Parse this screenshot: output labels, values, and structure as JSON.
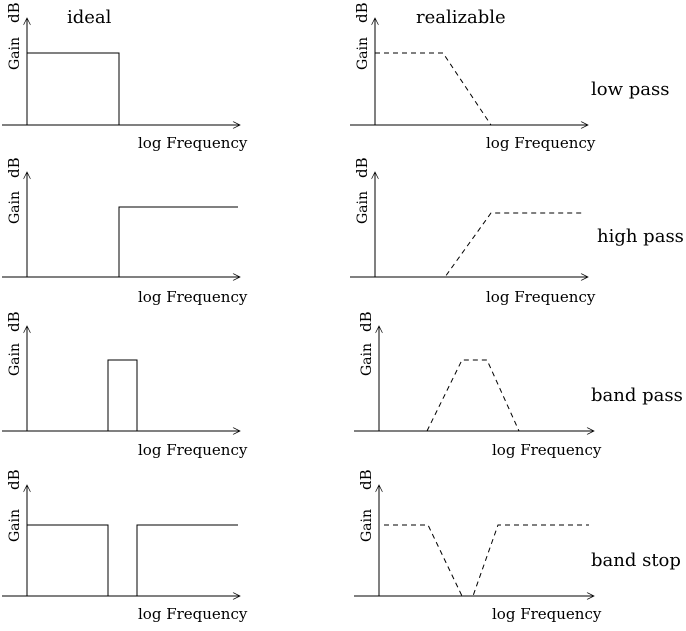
{
  "headers": {
    "ideal": "ideal",
    "realizable": "realizable"
  },
  "axis_labels": {
    "y_gain": "Gain",
    "y_db": "dB",
    "x": "log Frequency"
  },
  "filters": [
    {
      "label": "low pass"
    },
    {
      "label": "high pass"
    },
    {
      "label": "band pass"
    },
    {
      "label": "band stop"
    }
  ]
}
